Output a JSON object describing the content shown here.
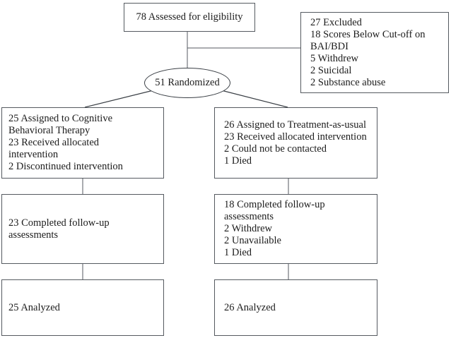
{
  "diagram": {
    "title": "CONSORT participant flow diagram",
    "line_color": "#555a60",
    "text_color": "#1c1c1c",
    "background": "#ffffff"
  },
  "nodes": {
    "assessed": {
      "name": "assessed-for-eligibility",
      "lines": [
        {
          "text": "78 Assessed for eligibility",
          "indent": 0
        }
      ]
    },
    "excluded": {
      "name": "excluded",
      "lines": [
        {
          "text": "27 Excluded",
          "indent": 0
        },
        {
          "text": "18 Scores Below Cut-off on",
          "indent": 1
        },
        {
          "text": "BAI/BDI",
          "indent": 2
        },
        {
          "text": "5 Withdrew",
          "indent": 1
        },
        {
          "text": "2 Suicidal",
          "indent": 1
        },
        {
          "text": "2 Substance abuse",
          "indent": 1
        }
      ]
    },
    "randomized": {
      "name": "randomized",
      "label": "51 Randomized"
    },
    "allocation_left": {
      "name": "assigned-cognitive-behavioral-therapy",
      "lines": [
        {
          "text": "25 Assigned to Cognitive",
          "indent": 0
        },
        {
          "text": "Behavioral Therapy",
          "indent": 1
        },
        {
          "text": "23 Received allocated",
          "indent": 1
        },
        {
          "text": "intervention",
          "indent": 2
        },
        {
          "text": "2 Discontinued intervention",
          "indent": 2
        }
      ]
    },
    "allocation_right": {
      "name": "assigned-treatment-as-usual",
      "lines": [
        {
          "text": "26 Assigned to Treatment-as-usual",
          "indent": 0
        },
        {
          "text": "23 Received allocated intervention",
          "indent": 0
        },
        {
          "text": "2 Could not be contacted",
          "indent": 1
        },
        {
          "text": "1 Died",
          "indent": 1
        }
      ]
    },
    "followup_left": {
      "name": "completed-follow-up-left",
      "lines": [
        {
          "text": "23 Completed follow-up",
          "indent": 0
        },
        {
          "text": "assessments",
          "indent": 1
        }
      ]
    },
    "followup_right": {
      "name": "completed-follow-up-right",
      "lines": [
        {
          "text": "18 Completed follow-up",
          "indent": 0
        },
        {
          "text": "assessments",
          "indent": 1
        },
        {
          "text": "2 Withdrew",
          "indent": 2
        },
        {
          "text": "2 Unavailable",
          "indent": 2
        },
        {
          "text": "1 Died",
          "indent": 2
        }
      ]
    },
    "analyzed_left": {
      "name": "analyzed-left",
      "lines": [
        {
          "text": "25 Analyzed",
          "indent": 0
        }
      ]
    },
    "analyzed_right": {
      "name": "analyzed-right",
      "lines": [
        {
          "text": "26 Analyzed",
          "indent": 0
        }
      ]
    }
  }
}
